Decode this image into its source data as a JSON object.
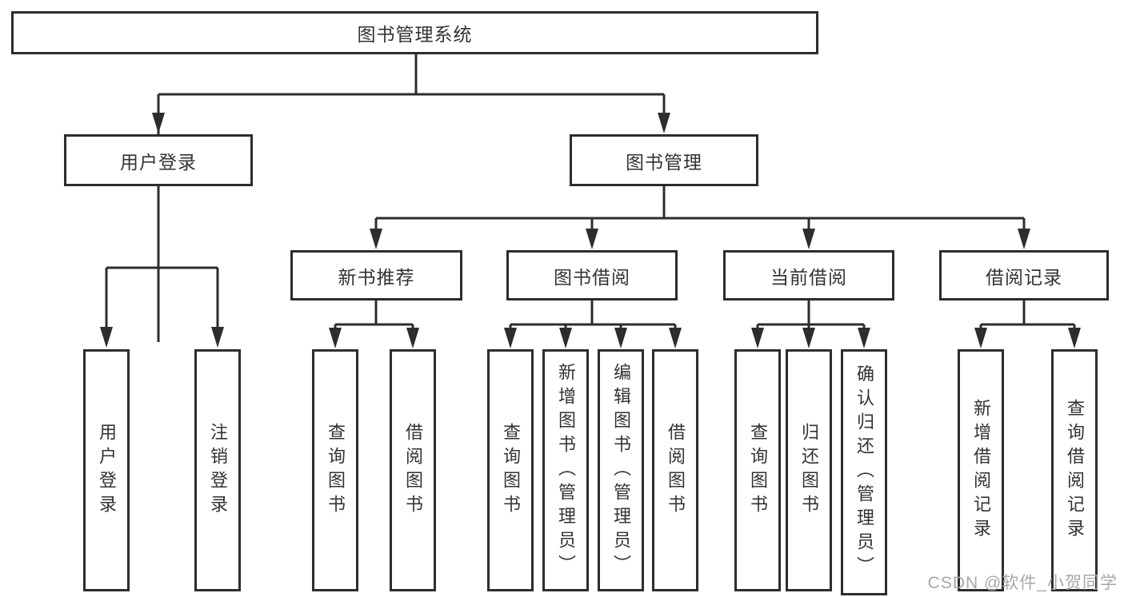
{
  "diagram": {
    "root": {
      "label": "图书管理系统"
    },
    "branches": [
      {
        "label": "用户登录",
        "children": [
          {
            "label": "用户登录"
          },
          {
            "label": "注销登录"
          }
        ]
      },
      {
        "label": "图书管理",
        "children": [
          {
            "label": "新书推荐",
            "children": [
              {
                "label": "查询图书"
              },
              {
                "label": "借阅图书"
              }
            ]
          },
          {
            "label": "图书借阅",
            "children": [
              {
                "label": "查询图书"
              },
              {
                "label": "新增图书（管理员）"
              },
              {
                "label": "编辑图书（管理员）"
              },
              {
                "label": "借阅图书"
              }
            ]
          },
          {
            "label": "当前借阅",
            "children": [
              {
                "label": "查询图书"
              },
              {
                "label": "归还图书"
              },
              {
                "label": "确认归还（管理员）"
              }
            ]
          },
          {
            "label": "借阅记录",
            "children": [
              {
                "label": "新增借阅记录"
              },
              {
                "label": "查询借阅记录"
              }
            ]
          }
        ]
      }
    ]
  },
  "watermark": {
    "text": "CSDN @软件_小贺同学"
  },
  "colors": {
    "line": "#2d2d2d",
    "text": "#333333",
    "watermark": "#a8a8a8",
    "background": "#ffffff"
  }
}
